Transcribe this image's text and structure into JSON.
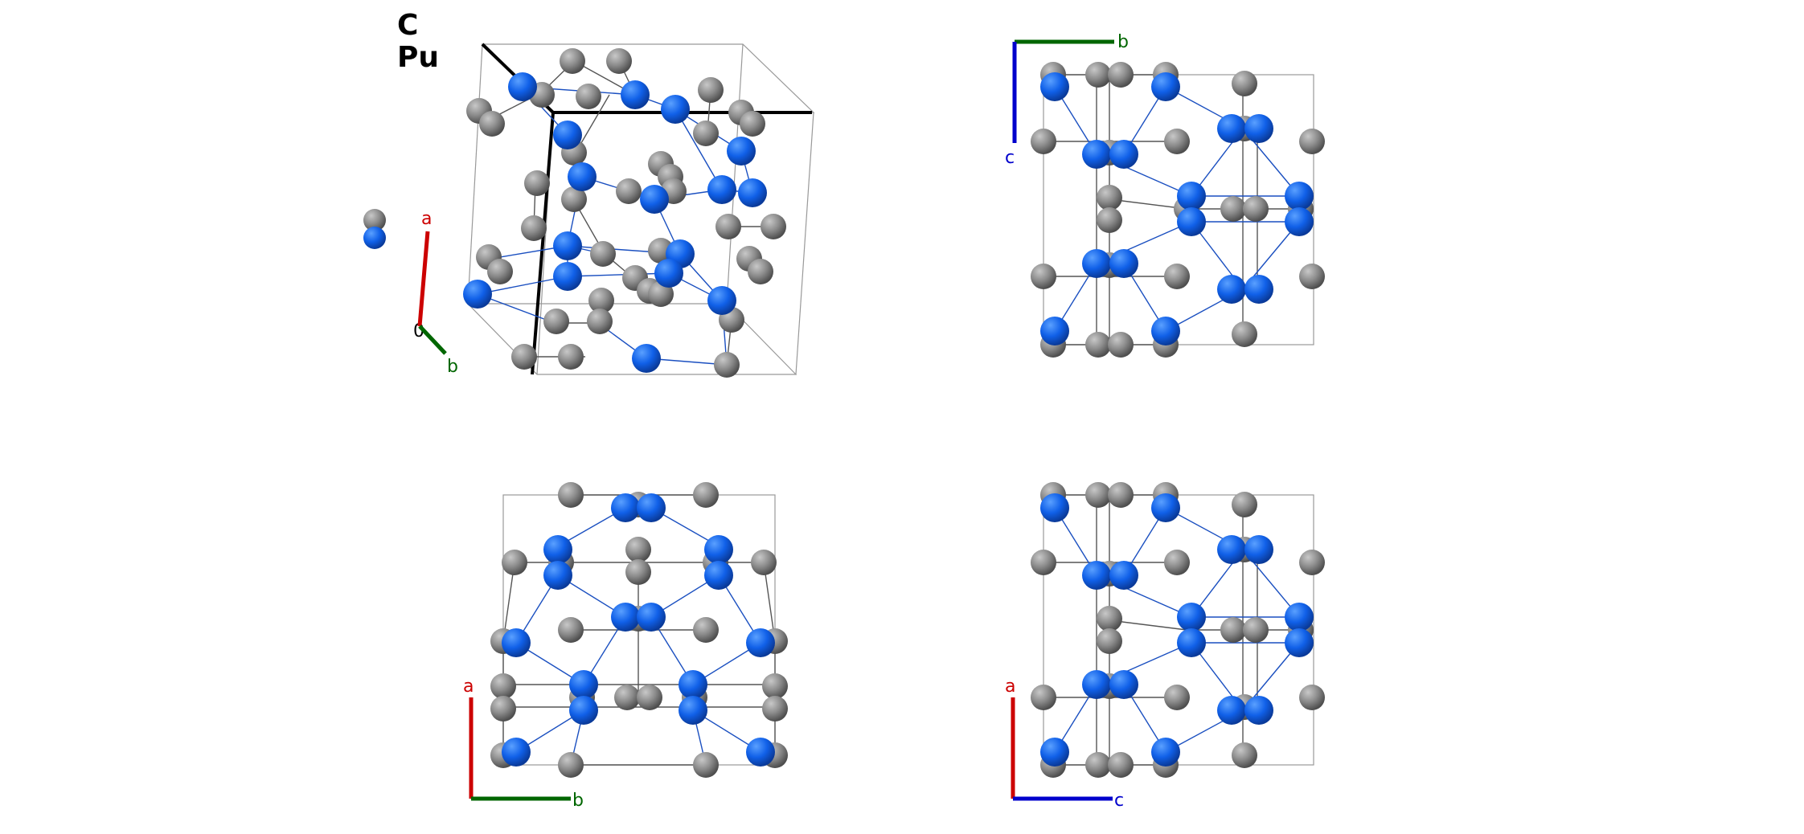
{
  "legend": {
    "items": [
      "C",
      "Pu"
    ]
  },
  "atom_colors": {
    "C": "#8a8a8a",
    "Pu": "#1060e8",
    "bond_C": "#555555",
    "bond_Pu": "#1a4fc0"
  },
  "axis_colors": {
    "a": "#cc0000",
    "b": "#006600",
    "c": "#0000cc",
    "origin": "#000000"
  },
  "views": {
    "perspective": {
      "axes": {
        "a": "a",
        "b": "b",
        "origin": "0"
      }
    },
    "bc": {
      "axes": {
        "b": "b",
        "c": "c"
      }
    },
    "ab": {
      "axes": {
        "a": "a",
        "b": "b"
      }
    },
    "ac": {
      "axes": {
        "a": "a",
        "c": "c"
      }
    }
  }
}
